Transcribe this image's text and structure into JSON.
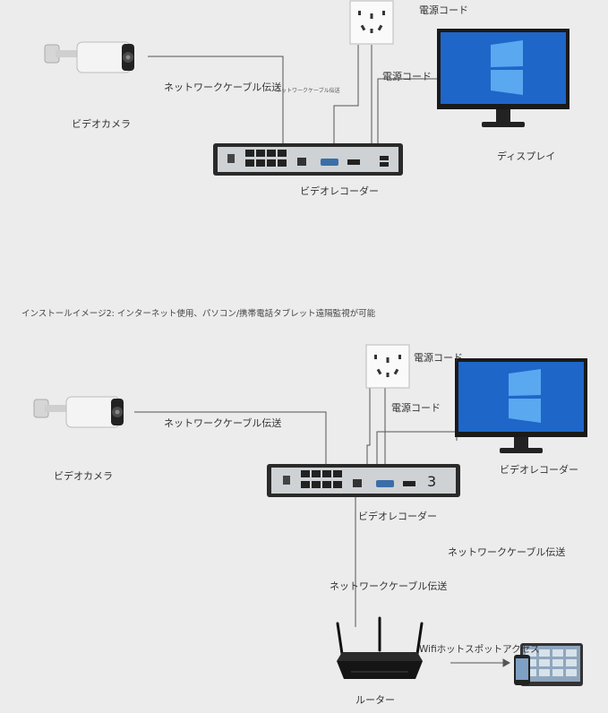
{
  "diagram1": {
    "power_cord_top": "電源コード",
    "power_cord_mid": "電源コード",
    "network_cable": "ネットワークケーブル伝送",
    "network_cable_small": "ネットワークケーブル伝送",
    "camera": "ビデオカメラ",
    "display": "ディスプレイ",
    "recorder": "ビデオレコーダー"
  },
  "caption": "インストールイメージ2: インターネット使用、パソコン/携帯電話タブレット遠隔監視が可能",
  "diagram2": {
    "power_cord_top": "電源コード",
    "power_cord_mid": "電源コード",
    "network_cable": "ネットワークケーブル伝送",
    "camera": "ビデオカメラ",
    "display": "ビデオレコーダー",
    "recorder": "ビデオレコーダー",
    "recorder_number": "3",
    "network_cable_right": "ネットワークケーブル伝送",
    "network_cable_router": "ネットワークケーブル伝送",
    "wifi": "Wifiホットスポットアクセス",
    "router": "ルーター"
  },
  "icons": [
    "camera-icon",
    "power-outlet-icon",
    "monitor-icon",
    "nvr-icon",
    "router-icon",
    "tablet-icon",
    "phone-icon"
  ]
}
